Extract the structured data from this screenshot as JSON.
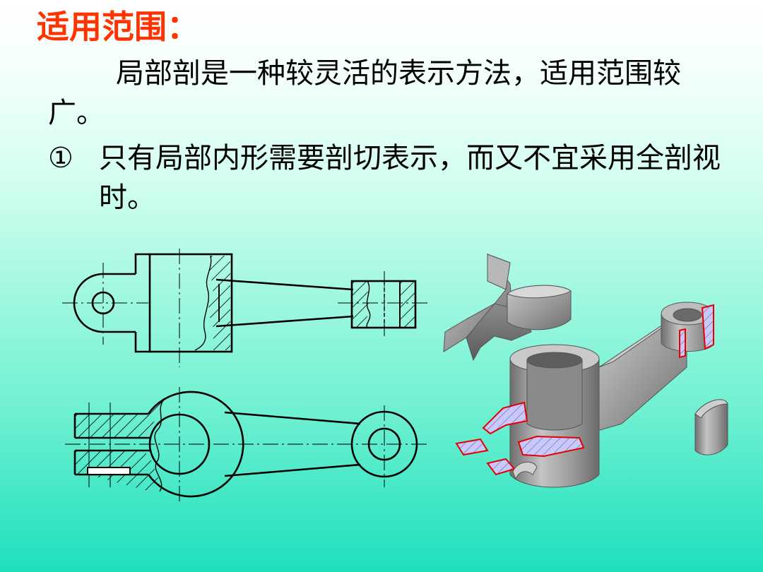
{
  "title": "适用范围：",
  "paragraph": "局部剖是一种较灵活的表示方法，适用范围较广。",
  "bullet": {
    "number": "①",
    "text": "只有局部内形需要剖切表示，而又不宜采用全剖视时。"
  },
  "colors": {
    "title": "#ff3300",
    "line": "#000000",
    "section_edge": "#e60000",
    "section_fill": "#c8c8ff",
    "model_fill": "#9a9a9a"
  }
}
